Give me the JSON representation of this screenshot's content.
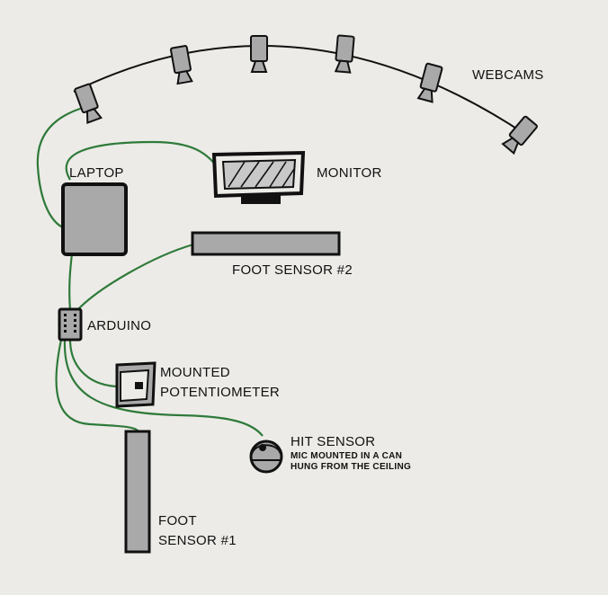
{
  "labels": {
    "webcams": "WEBCAMS",
    "laptop": "LAPTOP",
    "monitor": "MONITOR",
    "foot_sensor_2": "FOOT SENSOR #2",
    "arduino": "ARDUINO",
    "mounted_potentiometer_line1": "MOUNTED",
    "mounted_potentiometer_line2": "POTENTIOMETER",
    "hit_sensor": "HIT SENSOR",
    "hit_sensor_note_line1": "MIC MOUNTED IN A CAN",
    "hit_sensor_note_line2": "HUNG FROM THE CEILING",
    "foot_sensor_1_line1": "FOOT",
    "foot_sensor_1_line2": "SENSOR #1"
  },
  "colors": {
    "background": "#ecebe7",
    "ink": "#111111",
    "wire": "#2f7a3a",
    "device_fill": "#a9a9a9",
    "screen_fill": "#c8c8c8"
  }
}
